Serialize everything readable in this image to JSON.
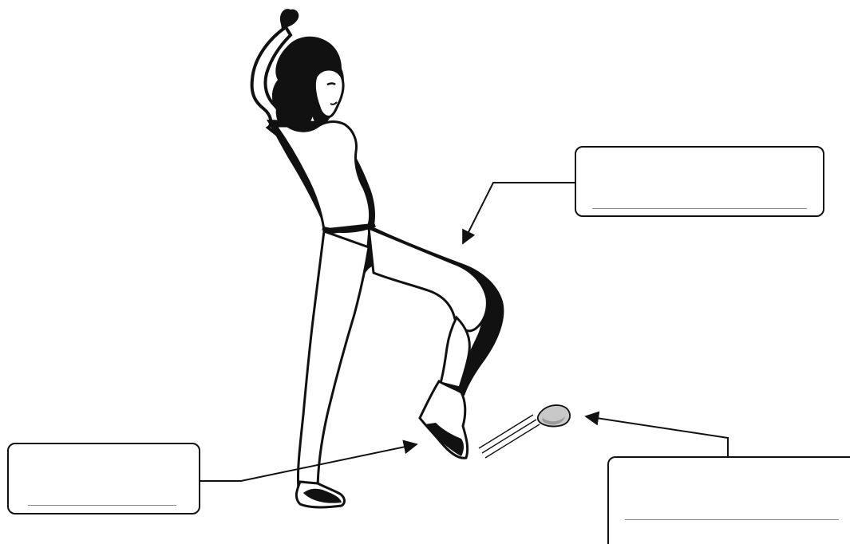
{
  "diagram": {
    "labels": [
      {
        "id": "leg",
        "text": "",
        "answer": ""
      },
      {
        "id": "foot",
        "text": "",
        "answer": ""
      },
      {
        "id": "stone",
        "text": "",
        "answer": ""
      }
    ],
    "colors": {
      "ink": "#111111",
      "line": "#8a8a8a",
      "stone_fill": "#c8c8c8",
      "stone_shade": "#9a9a9a",
      "background": "#ffffff"
    }
  }
}
